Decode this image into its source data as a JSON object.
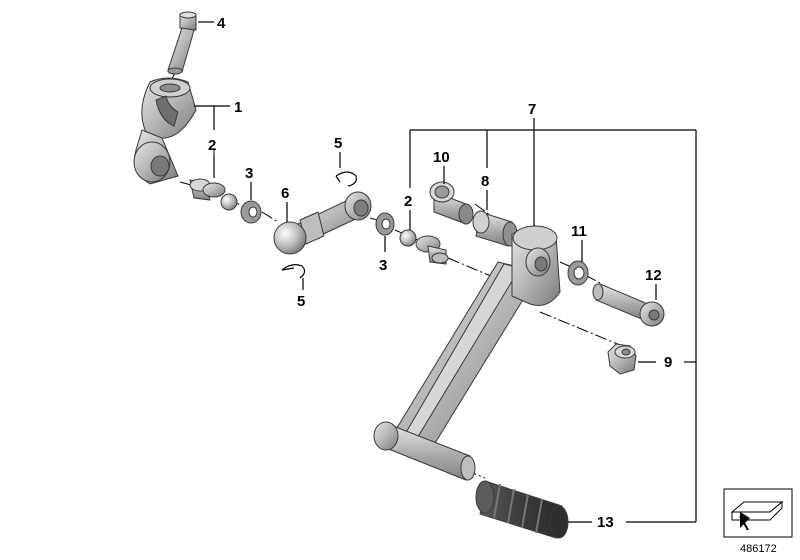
{
  "diagram": {
    "callouts": {
      "c1": "1",
      "c2a": "2",
      "c2b": "2",
      "c3a": "3",
      "c3b": "3",
      "c4": "4",
      "c5a": "5",
      "c5b": "5",
      "c6": "6",
      "c7": "7",
      "c8": "8",
      "c9": "9",
      "c10": "10",
      "c11": "11",
      "c12": "12",
      "c13": "13"
    },
    "document_number": "486172"
  },
  "colors": {
    "part_light": "#d9d9d9",
    "part_mid": "#a9a9a9",
    "part_dark": "#6e6e6e",
    "rubber": "#4a4a4a",
    "line": "#000000"
  }
}
